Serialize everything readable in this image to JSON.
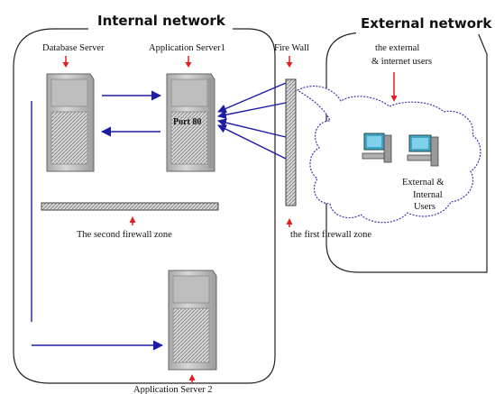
{
  "zones": {
    "internal_title": "Internal network",
    "external_title": "External network"
  },
  "labels": {
    "database_server": "Database Server",
    "application_server1": "Application Server1",
    "fire_wall": "Fire Wall",
    "external_users_top_1": "the external",
    "external_users_top_2": "& internet users",
    "port": "Port 80",
    "users_1": "External &",
    "users_2": "Internal",
    "users_3": "Users",
    "second_zone": "The second firewall zone",
    "first_zone": "the first firewall zone",
    "application_server2": "Application Server 2"
  },
  "colors": {
    "arrow_blue": "#1c1ca6",
    "marker_red": "#e02020",
    "cloud_outline": "#3a3aa8",
    "server_gray": "#c9c9c9",
    "wall_fill": "#cfcfcf"
  }
}
